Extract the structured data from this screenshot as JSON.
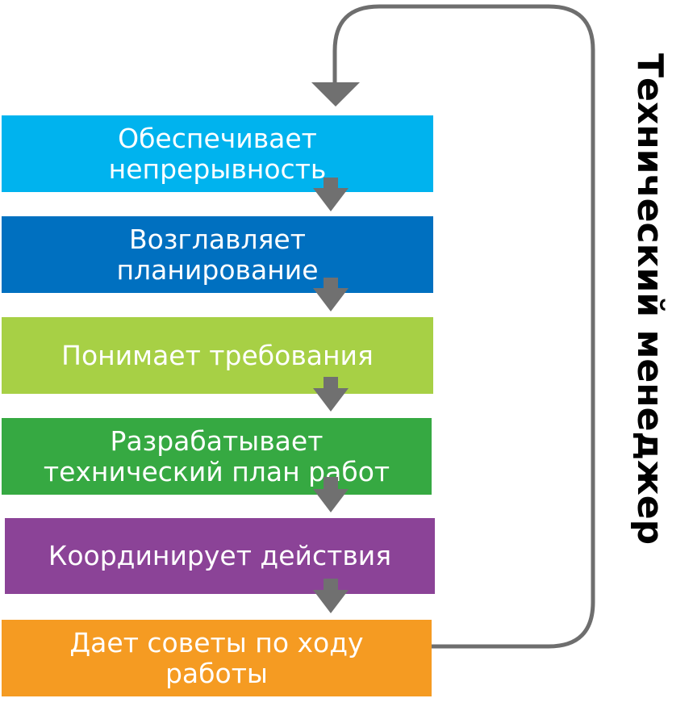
{
  "steps": [
    {
      "label": "Обеспечивает\nнепрерывность",
      "color": "#00B3EE"
    },
    {
      "label": "Возглавляет\nпланирование",
      "color": "#0070C0"
    },
    {
      "label": "Понимает требования",
      "color": "#A7D045"
    },
    {
      "label": "Разрабатывает\nтехнический план работ",
      "color": "#36A942"
    },
    {
      "label": "Координирует действия",
      "color": "#8B4397"
    },
    {
      "label": "Дает советы по ходу\nработы",
      "color": "#F59B22"
    }
  ],
  "side_title": "Технический менеджер",
  "connector_color": "#6E6E6E"
}
